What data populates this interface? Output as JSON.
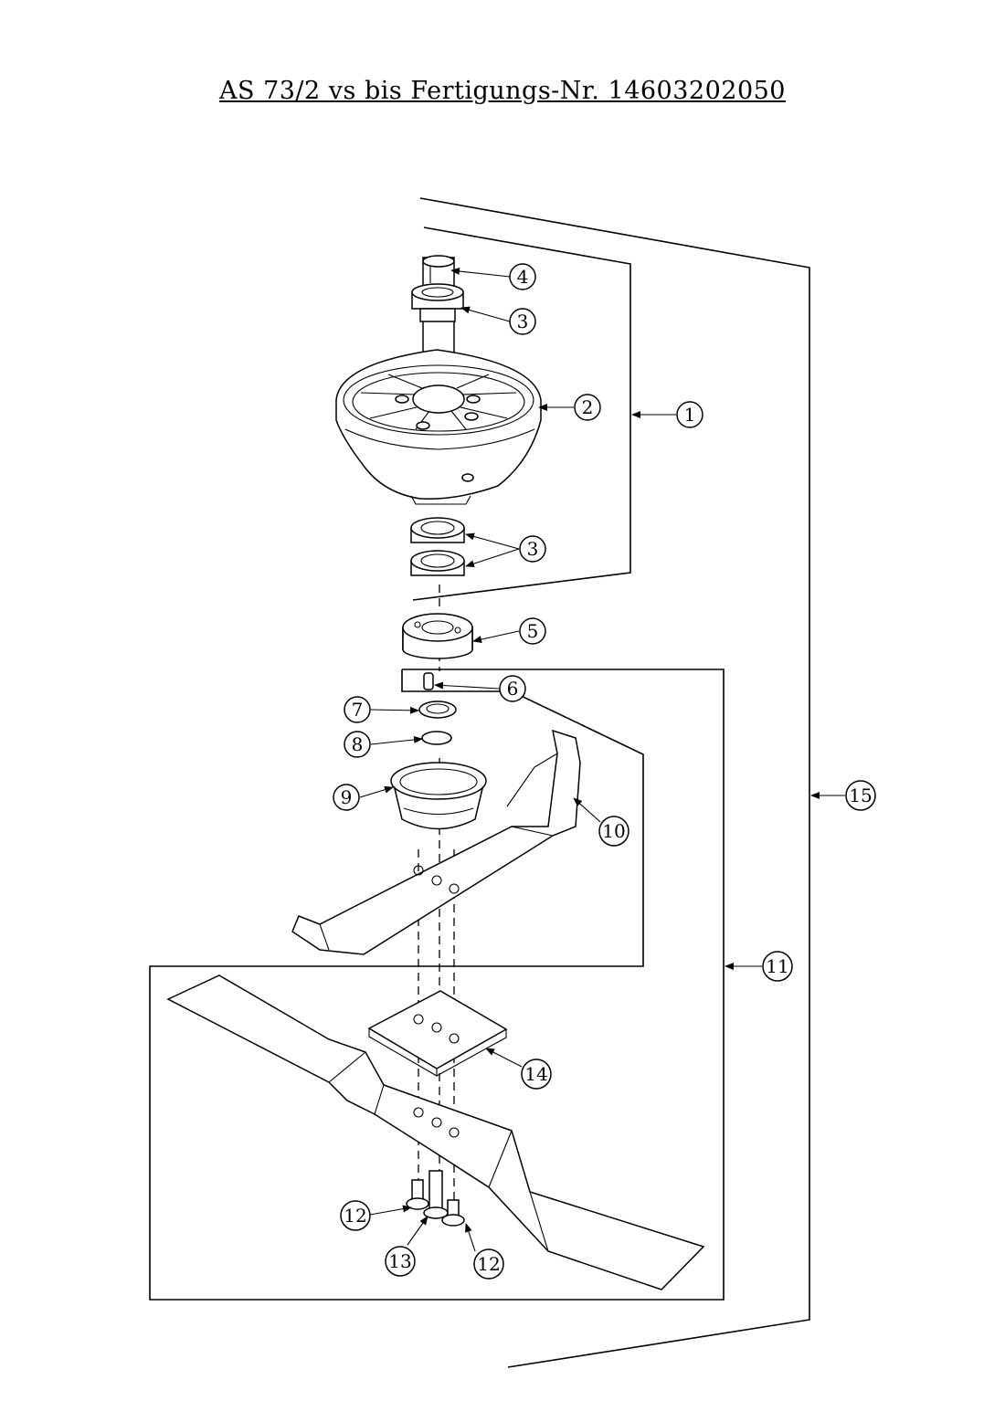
{
  "title": "AS 73/2 vs bis Fertigungs-Nr. 14603202050",
  "callouts": {
    "c1": "1",
    "c2": "2",
    "c3a": "3",
    "c3b": "3",
    "c4": "4",
    "c5": "5",
    "c6": "6",
    "c7": "7",
    "c8": "8",
    "c9": "9",
    "c10": "10",
    "c11": "11",
    "c12a": "12",
    "c12b": "12",
    "c13": "13",
    "c14": "14",
    "c15": "15"
  }
}
